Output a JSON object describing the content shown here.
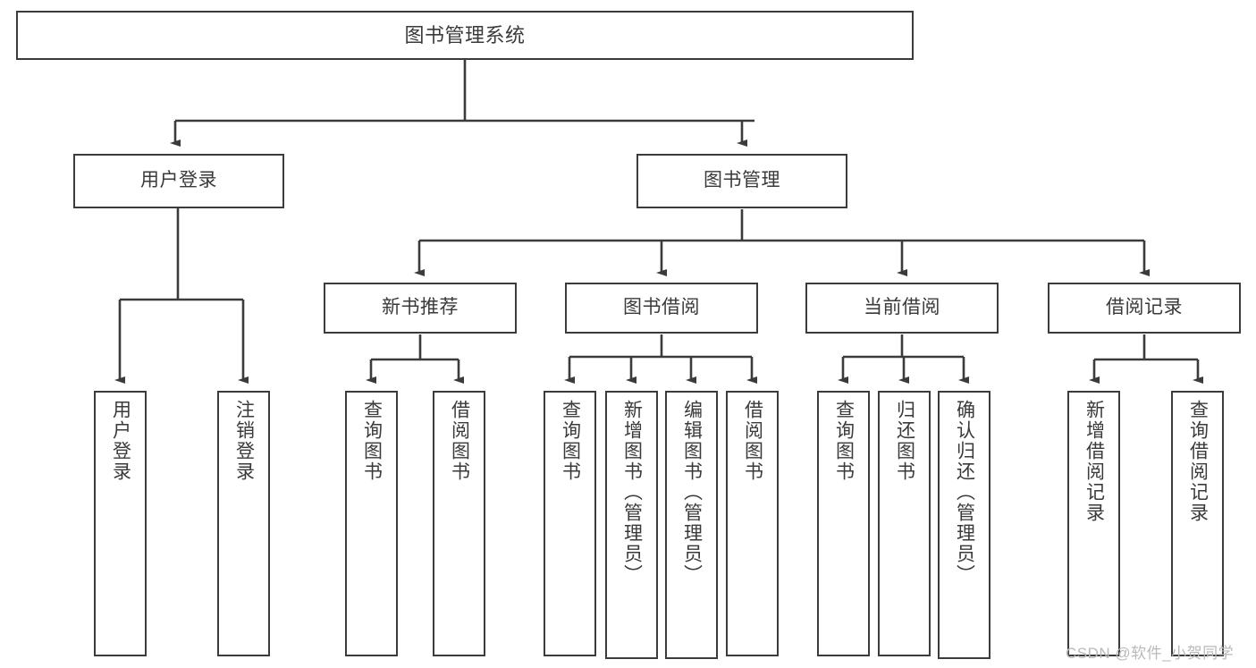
{
  "diagram": {
    "type": "hierarchy-tree",
    "title": "图书管理系统",
    "style": {
      "box_border": "#3b3b3b",
      "box_fill": "#ffffff",
      "text": "#3a3a3a",
      "connector": "#3b3b3b",
      "background": "#ffffff"
    },
    "levels": {
      "root": "图书管理系统",
      "level2": [
        "用户登录",
        "图书管理"
      ],
      "level3": [
        "新书推荐",
        "图书借阅",
        "当前借阅",
        "借阅记录"
      ]
    },
    "nodes": {
      "root": {
        "label": "图书管理系统"
      },
      "user_login": {
        "label": "用户登录"
      },
      "book_manage": {
        "label": "图书管理"
      },
      "new_book_rec": {
        "label": "新书推荐"
      },
      "book_borrow": {
        "label": "图书借阅"
      },
      "current_borrow": {
        "label": "当前借阅"
      },
      "borrow_record": {
        "label": "借阅记录"
      },
      "leaf_user_login": {
        "label": "用户登录"
      },
      "leaf_logout": {
        "label": "注销登录"
      },
      "leaf_query_book_1": {
        "label": "查询图书"
      },
      "leaf_borrow_book_1": {
        "label": "借阅图书"
      },
      "leaf_query_book_2": {
        "label": "查询图书"
      },
      "leaf_add_book": {
        "label": "新增图书（管理员）"
      },
      "leaf_edit_book": {
        "label": "编辑图书（管理员）"
      },
      "leaf_borrow_book_2": {
        "label": "借阅图书"
      },
      "leaf_query_book_3": {
        "label": "查询图书"
      },
      "leaf_return_book": {
        "label": "归还图书"
      },
      "leaf_confirm_return": {
        "label": "确认归还（管理员）"
      },
      "leaf_add_record": {
        "label": "新增借阅记录"
      },
      "leaf_query_record": {
        "label": "查询借阅记录"
      }
    },
    "edges": [
      {
        "from": "root",
        "to": "user_login"
      },
      {
        "from": "root",
        "to": "book_manage"
      },
      {
        "from": "user_login",
        "to": "leaf_user_login"
      },
      {
        "from": "user_login",
        "to": "leaf_logout"
      },
      {
        "from": "book_manage",
        "to": "new_book_rec"
      },
      {
        "from": "book_manage",
        "to": "book_borrow"
      },
      {
        "from": "book_manage",
        "to": "current_borrow"
      },
      {
        "from": "book_manage",
        "to": "borrow_record"
      },
      {
        "from": "new_book_rec",
        "to": "leaf_query_book_1"
      },
      {
        "from": "new_book_rec",
        "to": "leaf_borrow_book_1"
      },
      {
        "from": "book_borrow",
        "to": "leaf_query_book_2"
      },
      {
        "from": "book_borrow",
        "to": "leaf_add_book"
      },
      {
        "from": "book_borrow",
        "to": "leaf_edit_book"
      },
      {
        "from": "book_borrow",
        "to": "leaf_borrow_book_2"
      },
      {
        "from": "current_borrow",
        "to": "leaf_query_book_3"
      },
      {
        "from": "current_borrow",
        "to": "leaf_return_book"
      },
      {
        "from": "current_borrow",
        "to": "leaf_confirm_return"
      },
      {
        "from": "borrow_record",
        "to": "leaf_add_record"
      },
      {
        "from": "borrow_record",
        "to": "leaf_query_record"
      }
    ]
  },
  "watermark": {
    "text": "CSDN @软件_小贺同学",
    "color": "#b9b9b9"
  }
}
